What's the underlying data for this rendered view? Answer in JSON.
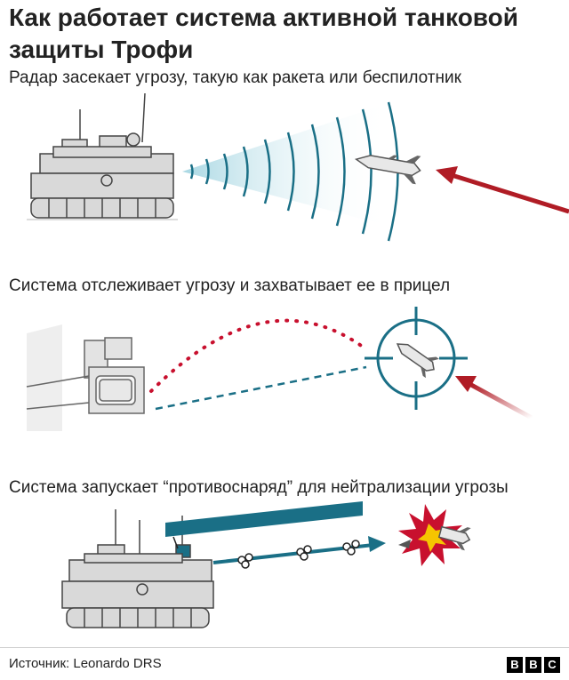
{
  "title": "Как работает система активной танковой защиты Трофи",
  "steps": [
    {
      "caption": "Радар засекает угрозу, такую как ракета или беспилотник"
    },
    {
      "caption": "Система отслеживает угрозу и захватывает ее в прицел"
    },
    {
      "caption": "Система запускает “противоснаряд” для нейтрализации угрозы"
    }
  ],
  "source": "Источник: Leonardo DRS",
  "logo": [
    "B",
    "B",
    "C"
  ],
  "colors": {
    "tank": "#d9d9d9",
    "tank_outline": "#444444",
    "radar": "#1a6f86",
    "threat_arrow": "#b01c25",
    "projectile": "#1a6f86",
    "explosion": "#c8102e"
  },
  "icons": [
    "tank",
    "radar-waves",
    "missile",
    "crosshair",
    "countermeasure-projectile",
    "explosion"
  ]
}
